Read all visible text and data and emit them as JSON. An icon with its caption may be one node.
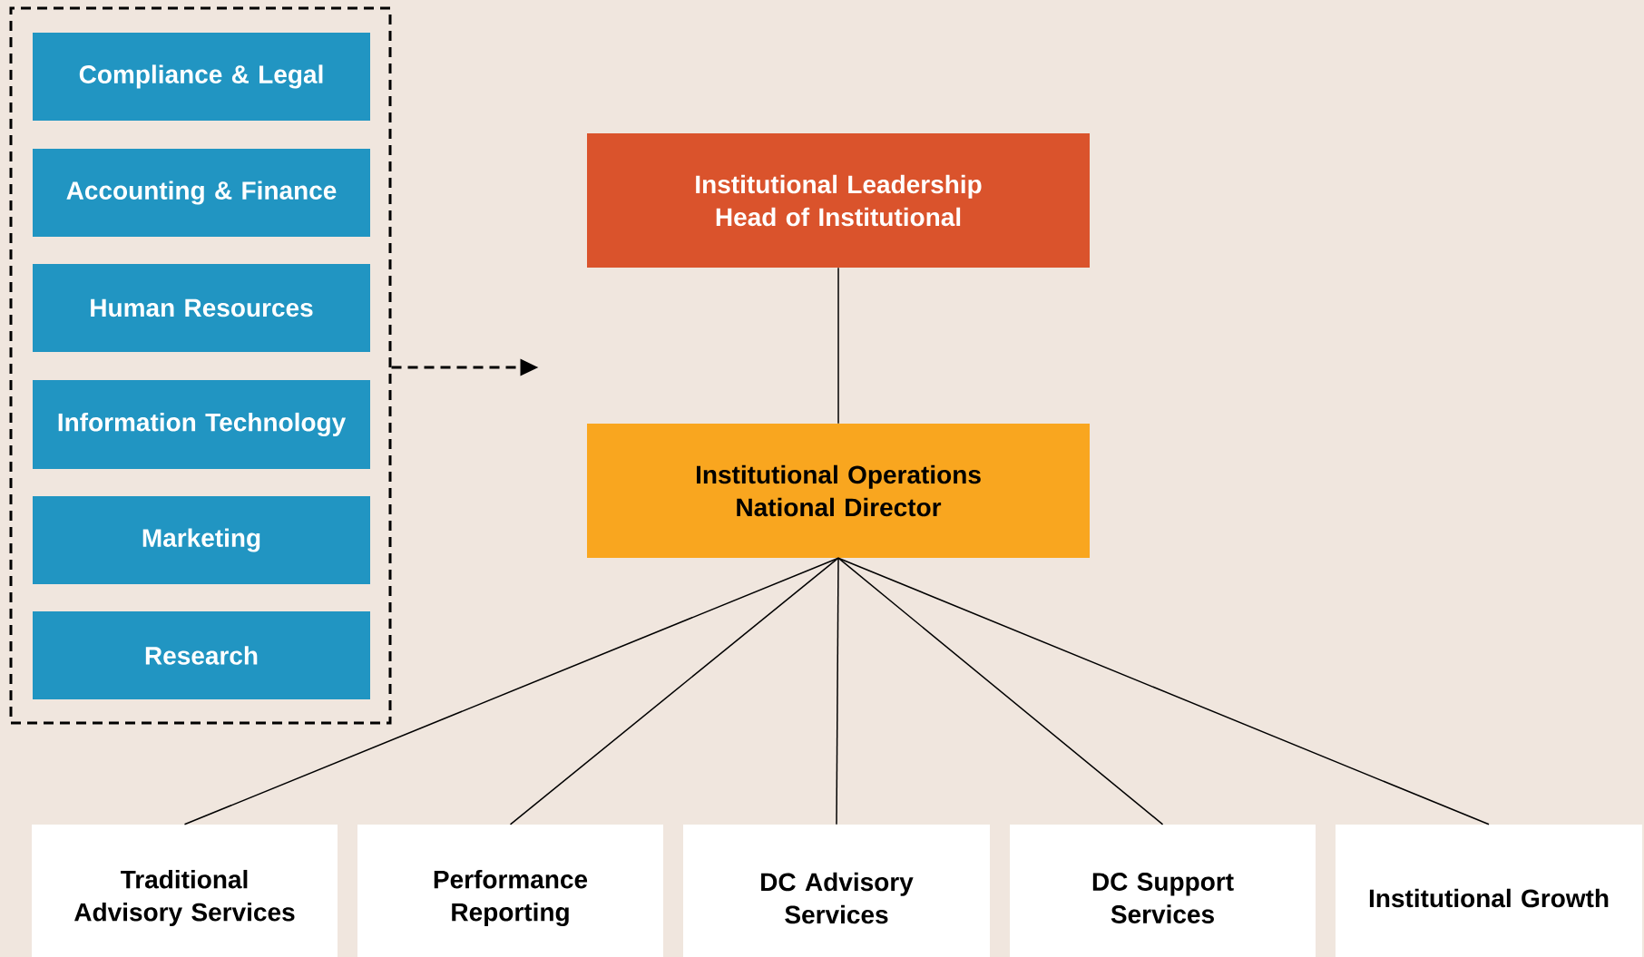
{
  "diagram": {
    "nodes": [
      {
        "text": [],
        "shape": "box"
      },
      {
        "text": [
          "Compliance & Legal"
        ],
        "in": 0
      },
      {
        "text": [
          "Accounting & Finance"
        ],
        "in": 0
      },
      {
        "text": [
          "Human Resources"
        ],
        "in": 0
      },
      {
        "text": [
          "Information Technology"
        ],
        "in": 0
      },
      {
        "text": [
          "Marketing"
        ],
        "in": 0
      },
      {
        "text": [
          "Research"
        ],
        "in": 0
      },
      {
        "text": [
          "Institutional Leadership",
          "Head of Institutional"
        ]
      },
      {
        "text": [
          "Institutional Operations National Director"
        ]
      },
      {
        "text": [
          "Traditional Advisory Services"
        ]
      },
      {
        "text": [
          "Performance Reporting"
        ]
      },
      {
        "text": [
          "DC Advisory Services"
        ]
      },
      {
        "text": [
          "DC Support Services"
        ]
      },
      {
        "text": [
          "Institutional Growth"
        ]
      }
    ],
    "edges": [
      {
        "from": 0,
        "to": null,
        "arrow": "to",
        "style": "dashed"
      },
      {
        "from": 7,
        "to": 8,
        "arrow": "none"
      },
      {
        "from": 8,
        "to": 9,
        "arrow": "none"
      },
      {
        "from": 8,
        "to": 10,
        "arrow": "none"
      },
      {
        "from": 8,
        "to": 11,
        "arrow": "none"
      },
      {
        "from": 8,
        "to": 12,
        "arrow": "none"
      },
      {
        "from": 8,
        "to": 13,
        "arrow": "none"
      }
    ]
  }
}
